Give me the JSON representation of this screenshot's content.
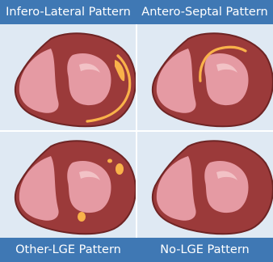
{
  "panels": [
    {
      "label": "Infero-Lateral Pattern",
      "pattern": "infero-lateral"
    },
    {
      "label": "Antero-Septal Pattern",
      "pattern": "antero-septal"
    },
    {
      "label": "Other-LGE Pattern",
      "pattern": "other-lge"
    },
    {
      "label": "No-LGE Pattern",
      "pattern": "no-lge"
    }
  ],
  "colors": {
    "header_band": "#3f78b4",
    "panel_bg": "#dfe9f3",
    "grid_line": "#ffffff",
    "myocardium": "#9b3a3a",
    "myocardium_outline": "#6e2424",
    "ventricle_cavity": "#e59aa3",
    "cavity_highlight": "#f2c2c6",
    "lge_enhancement": "#f9b24a"
  }
}
